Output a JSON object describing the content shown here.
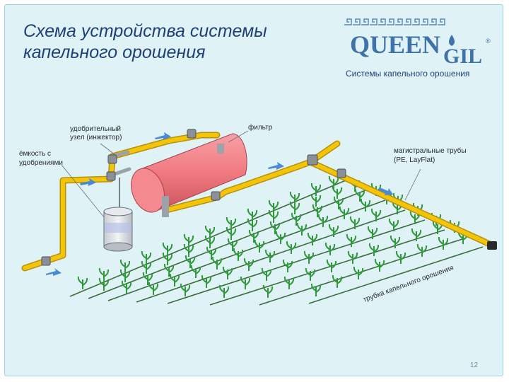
{
  "slide": {
    "title_line1": "Схема устройства системы",
    "title_line2": "капельного орошения",
    "logo": {
      "word1": "QUEEN",
      "word2": "GIL",
      "registered": "®",
      "subtitle": "Системы капельного орошения"
    },
    "labels": {
      "fertilizer_unit_1": "удобрительный",
      "fertilizer_unit_2": "узел (инжектор)",
      "tank_1": "ёмкость с",
      "tank_2": "удобрениями",
      "filter": "фильтр",
      "main_pipes_1": "магистральные трубы",
      "main_pipes_2": "(PE, LayFlat)",
      "drip_tube": "трубка капельного орошения"
    },
    "page_number": "12",
    "colors": {
      "background": "#dff3f7",
      "title": "#1f3f7a",
      "pipe": "#f2c40a",
      "filter_tank": "#f07a80",
      "plants": "#2f9a3c",
      "flow_arrow": "#4a8ad4"
    }
  }
}
